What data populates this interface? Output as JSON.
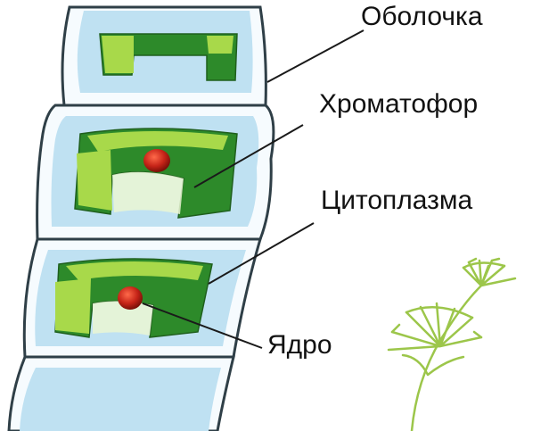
{
  "labels": [
    {
      "id": "wall",
      "text": "Оболочка"
    },
    {
      "id": "chromatophore",
      "text": "Хроматофор"
    },
    {
      "id": "cytoplasm",
      "text": "Цитоплазма"
    },
    {
      "id": "nucleus",
      "text": "Ядро"
    }
  ],
  "colors": {
    "wall_fill": "#f6fbfe",
    "wall_stroke": "#2f3f47",
    "cytoplasm": "#bfe1f2",
    "chromatophore_dark": "#2d8a2a",
    "chromatophore_light": "#a8d94a",
    "nucleus": "#c62418",
    "plant": "#9cc64a",
    "leader": "#1a1a1a"
  },
  "icons": [
    "algae-cell-icon",
    "plant-sprig-icon"
  ]
}
